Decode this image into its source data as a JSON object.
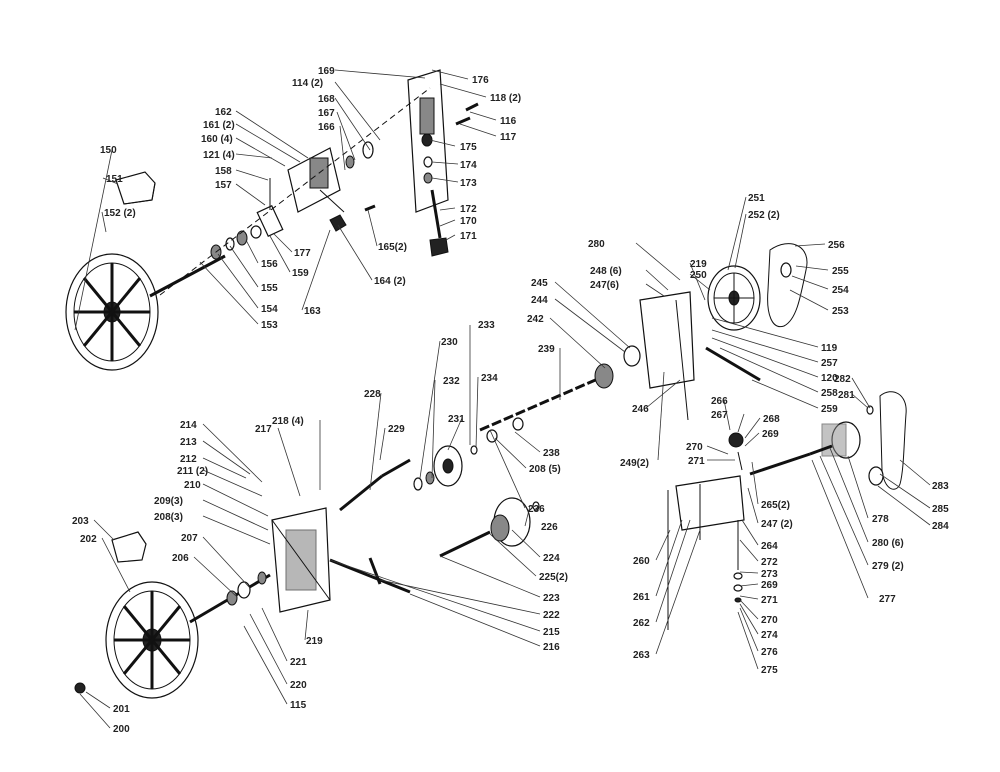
{
  "diagram": {
    "callouts": [
      {
        "text": "169"
      },
      {
        "text": "176"
      },
      {
        "text": "114 (2)"
      },
      {
        "text": "118 (2)"
      },
      {
        "text": "168"
      },
      {
        "text": "162"
      },
      {
        "text": "167"
      },
      {
        "text": "116"
      },
      {
        "text": "161 (2)"
      },
      {
        "text": "166"
      },
      {
        "text": "117"
      },
      {
        "text": "160 (4)"
      },
      {
        "text": "150"
      },
      {
        "text": "175"
      },
      {
        "text": "121 (4)"
      },
      {
        "text": "174"
      },
      {
        "text": "158"
      },
      {
        "text": "173"
      },
      {
        "text": "151"
      },
      {
        "text": "157"
      },
      {
        "text": "152 (2)"
      },
      {
        "text": "172"
      },
      {
        "text": "170"
      },
      {
        "text": "165(2)"
      },
      {
        "text": "171"
      },
      {
        "text": "177"
      },
      {
        "text": "156"
      },
      {
        "text": "159"
      },
      {
        "text": "164 (2)"
      },
      {
        "text": "155"
      },
      {
        "text": "154"
      },
      {
        "text": "163"
      },
      {
        "text": "153"
      },
      {
        "text": "251"
      },
      {
        "text": "252 (2)"
      },
      {
        "text": "256"
      },
      {
        "text": "280"
      },
      {
        "text": "219"
      },
      {
        "text": "248 (6)"
      },
      {
        "text": "250"
      },
      {
        "text": "255"
      },
      {
        "text": "247(6)"
      },
      {
        "text": "254"
      },
      {
        "text": "245"
      },
      {
        "text": "253"
      },
      {
        "text": "244"
      },
      {
        "text": "242"
      },
      {
        "text": "233"
      },
      {
        "text": "230"
      },
      {
        "text": "119"
      },
      {
        "text": "257"
      },
      {
        "text": "239"
      },
      {
        "text": "120"
      },
      {
        "text": "232"
      },
      {
        "text": "234"
      },
      {
        "text": "258"
      },
      {
        "text": "282"
      },
      {
        "text": "228"
      },
      {
        "text": "246"
      },
      {
        "text": "259"
      },
      {
        "text": "281"
      },
      {
        "text": "218 (4)"
      },
      {
        "text": "231"
      },
      {
        "text": "266"
      },
      {
        "text": "229"
      },
      {
        "text": "214"
      },
      {
        "text": "217"
      },
      {
        "text": "267"
      },
      {
        "text": "268"
      },
      {
        "text": "238"
      },
      {
        "text": "213"
      },
      {
        "text": "269"
      },
      {
        "text": "270"
      },
      {
        "text": "249(2)"
      },
      {
        "text": "212"
      },
      {
        "text": "271"
      },
      {
        "text": "208 (5)"
      },
      {
        "text": "211 (2)"
      },
      {
        "text": "265(2)"
      },
      {
        "text": "283"
      },
      {
        "text": "210"
      },
      {
        "text": "236"
      },
      {
        "text": "278"
      },
      {
        "text": "285"
      },
      {
        "text": "209(3)"
      },
      {
        "text": "247 (2)"
      },
      {
        "text": "226"
      },
      {
        "text": "284"
      },
      {
        "text": "208(3)"
      },
      {
        "text": "203"
      },
      {
        "text": "264"
      },
      {
        "text": "207"
      },
      {
        "text": "280 (6)"
      },
      {
        "text": "202"
      },
      {
        "text": "260"
      },
      {
        "text": "224"
      },
      {
        "text": "272"
      },
      {
        "text": "206"
      },
      {
        "text": "225(2)"
      },
      {
        "text": "279 (2)"
      },
      {
        "text": "273"
      },
      {
        "text": "269"
      },
      {
        "text": "223"
      },
      {
        "text": "261"
      },
      {
        "text": "277"
      },
      {
        "text": "271"
      },
      {
        "text": "222"
      },
      {
        "text": "262"
      },
      {
        "text": "270"
      },
      {
        "text": "215"
      },
      {
        "text": "274"
      },
      {
        "text": "219"
      },
      {
        "text": "263"
      },
      {
        "text": "216"
      },
      {
        "text": "276"
      },
      {
        "text": "221"
      },
      {
        "text": "275"
      },
      {
        "text": "220"
      },
      {
        "text": "201"
      },
      {
        "text": "115"
      },
      {
        "text": "200"
      }
    ]
  }
}
